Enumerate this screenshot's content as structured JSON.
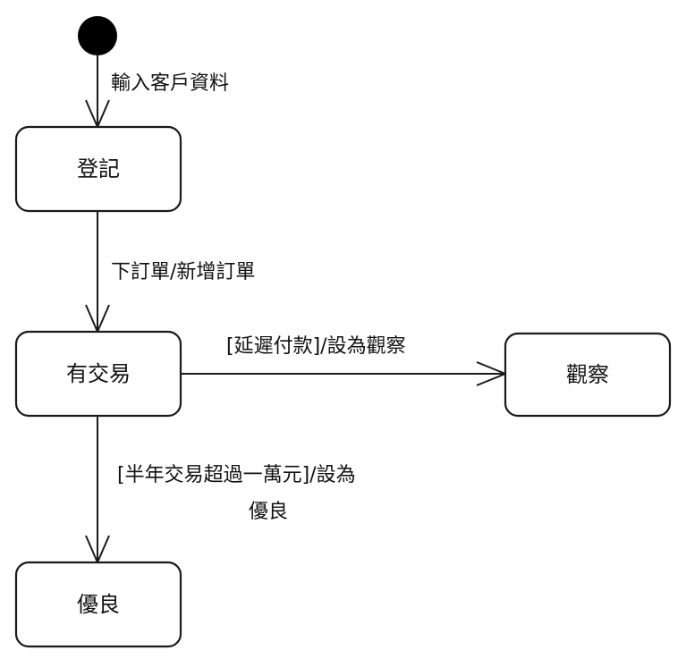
{
  "states": {
    "register": "登記",
    "transacting": "有交易",
    "watch": "觀察",
    "excellent": "優良"
  },
  "transitions": {
    "input_customer_data": "輸入客戶資料",
    "place_order": "下訂單/新增訂單",
    "delayed_payment": "[延遲付款]/設為觀察",
    "half_year_over_10k_line1": "[半年交易超過一萬元]/設為",
    "half_year_over_10k_line2": "優良"
  }
}
